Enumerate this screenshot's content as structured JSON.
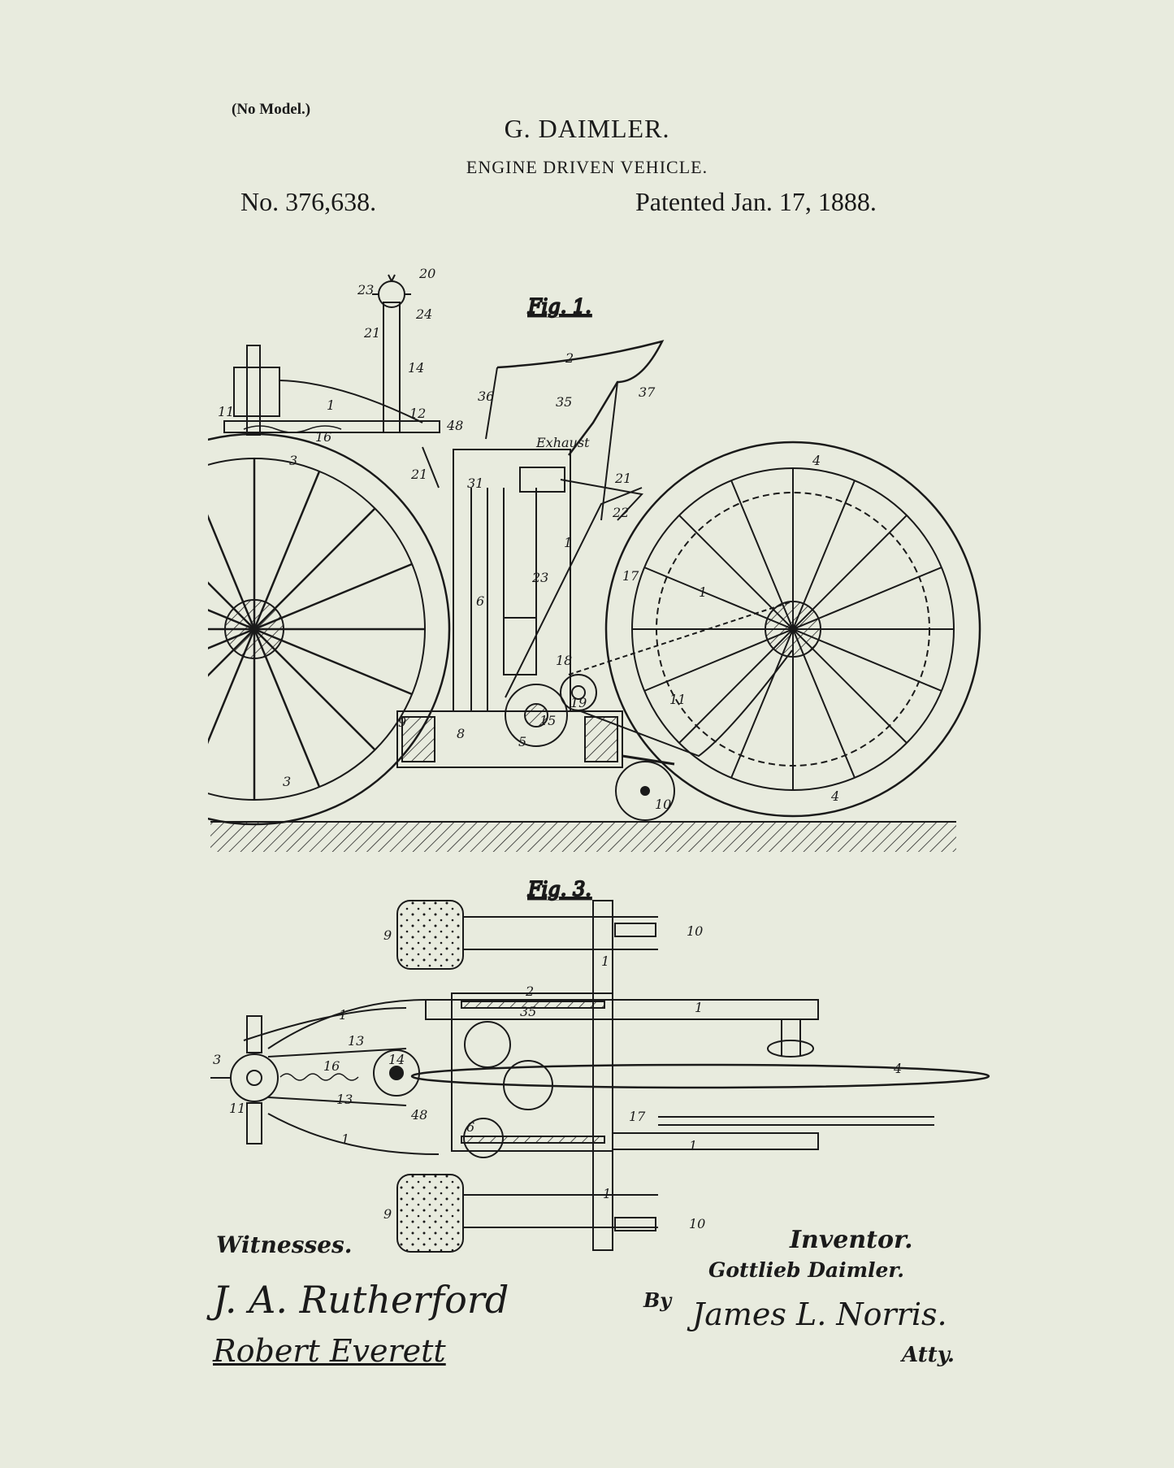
{
  "header": {
    "no_model": "(No Model.)",
    "inventor_name": "G. DAIMLER.",
    "title": "ENGINE DRIVEN VEHICLE.",
    "patent_number": "No. 376,638.",
    "patent_date": "Patented Jan. 17, 1888."
  },
  "figures": {
    "fig1": {
      "label": "Fig. 1.",
      "reference_numerals": [
        "20",
        "23",
        "24",
        "21",
        "14",
        "2",
        "36",
        "35",
        "37",
        "11",
        "1",
        "12",
        "48",
        "16",
        "Exhaust",
        "3",
        "4",
        "21",
        "31",
        "21",
        "22",
        "1",
        "6",
        "23",
        "17",
        "1",
        "18",
        "19",
        "15",
        "11",
        "9",
        "8",
        "5",
        "3",
        "4",
        "10"
      ]
    },
    "fig3": {
      "label": "Fig. 3.",
      "reference_numerals": [
        "10",
        "9",
        "1",
        "2",
        "1",
        "35",
        "1",
        "13",
        "3",
        "16",
        "14",
        "13",
        "4",
        "11",
        "48",
        "17",
        "6",
        "1",
        "1",
        "1",
        "9",
        "10"
      ]
    }
  },
  "footer": {
    "witnesses_label": "Witnesses.",
    "witness_1": "J. A. Rutherford",
    "witness_2": "Robert Everett",
    "inventor_label": "Inventor.",
    "inventor": "Gottlieb Daimler.",
    "by": "By",
    "attorney": "James L. Norris.",
    "atty": "Atty."
  },
  "colors": {
    "paper": "#e8ebde",
    "ink": "#1a1a1a"
  }
}
